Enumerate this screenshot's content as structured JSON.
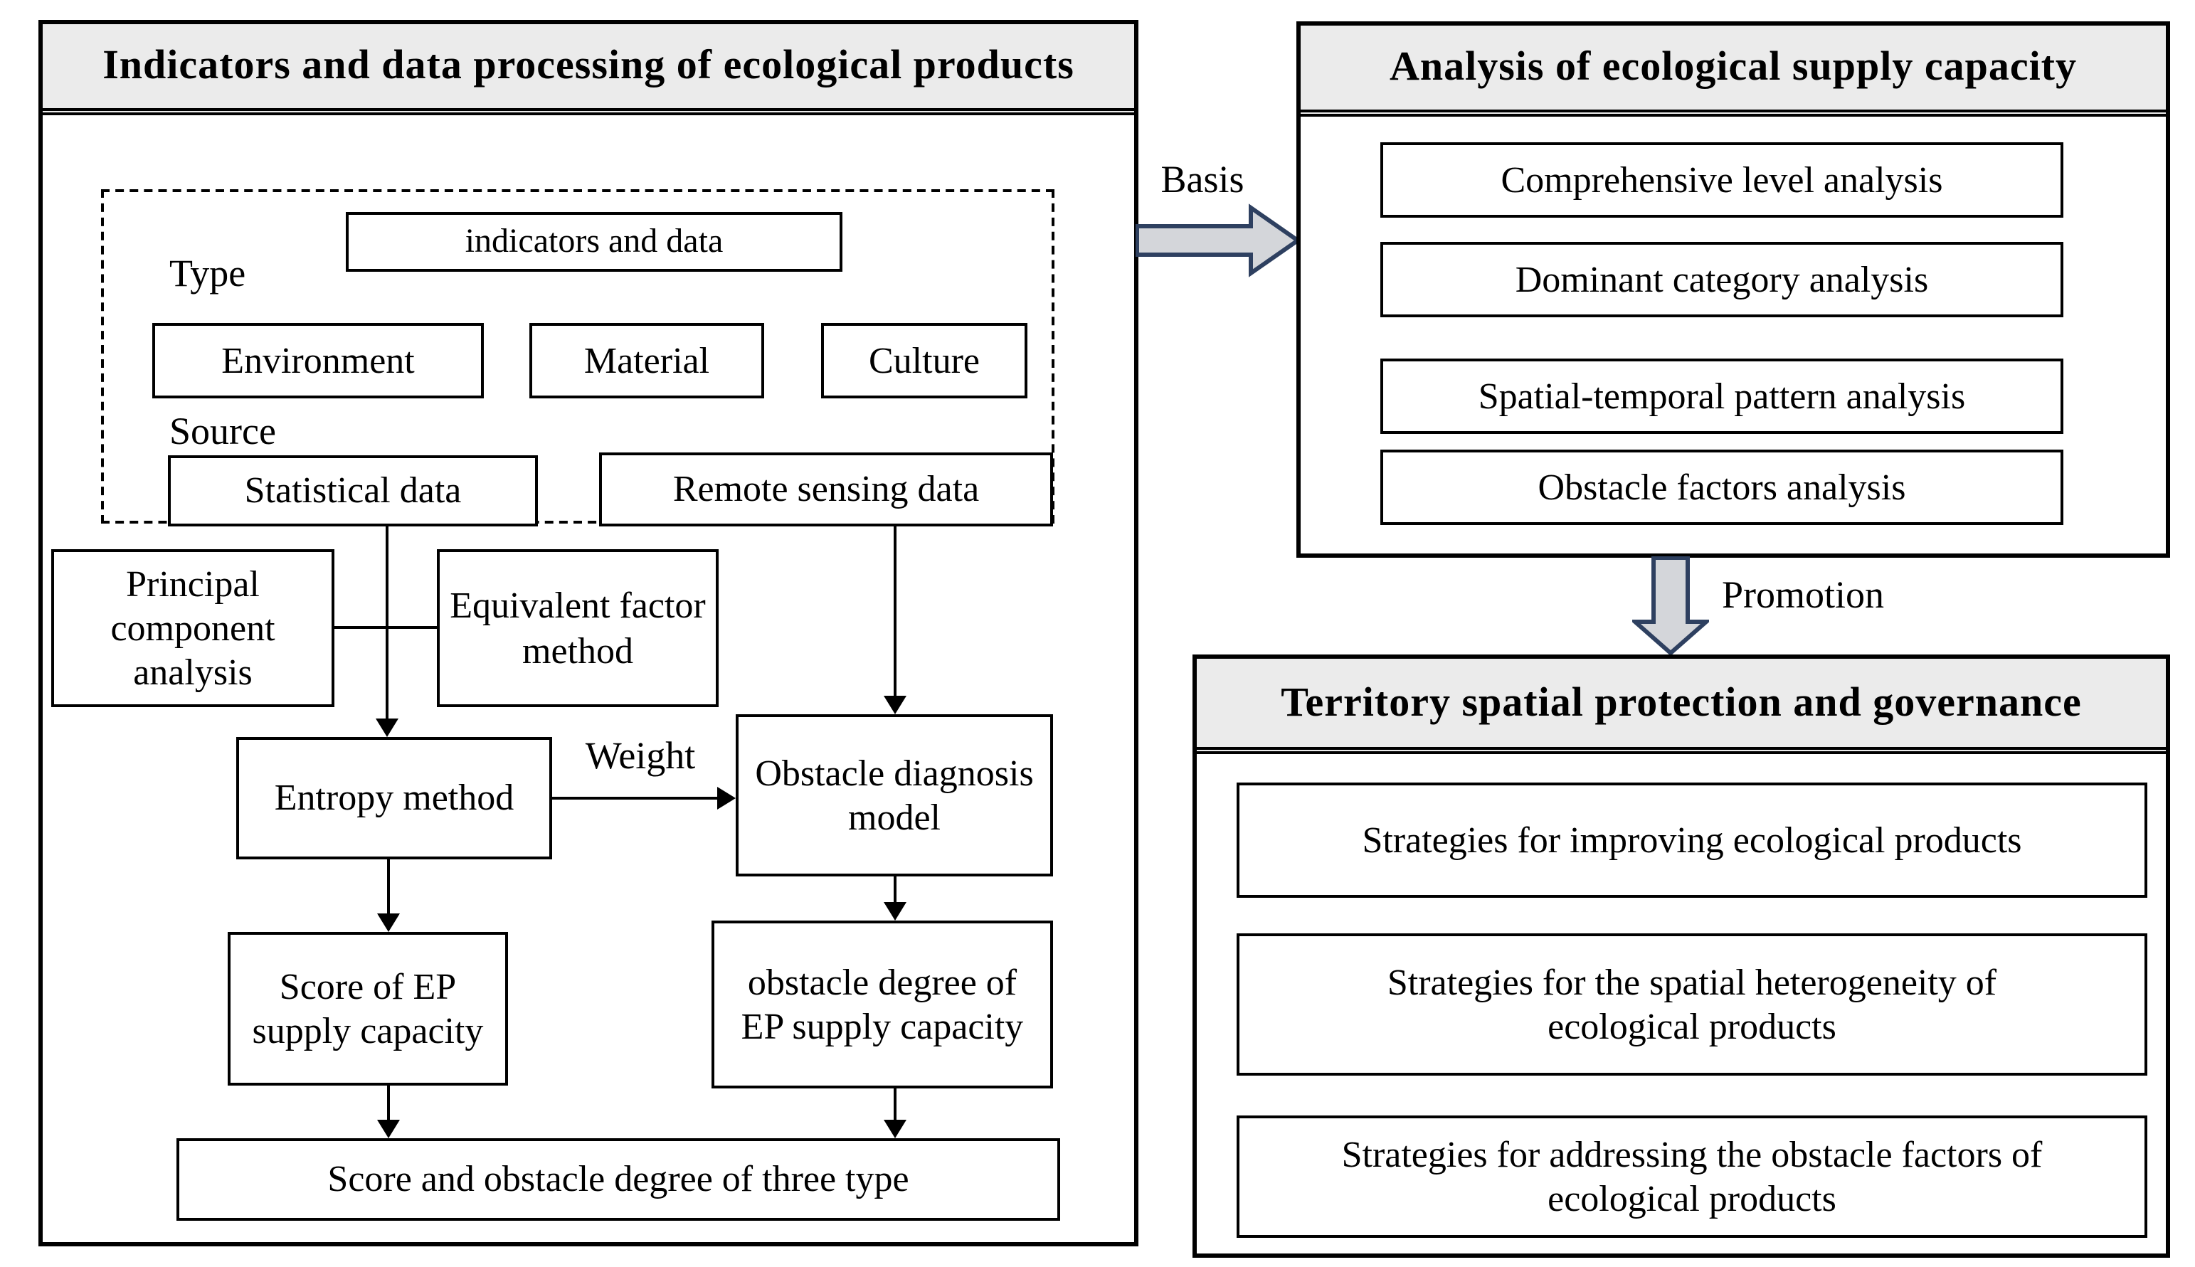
{
  "colors": {
    "header_bg": "#ebebeb",
    "panel_border": "#000000",
    "block_arrow_fill": "#d4d6da",
    "block_arrow_stroke": "#2e4060"
  },
  "left_panel": {
    "title": "Indicators and data processing of ecological products",
    "dashed_group": {
      "indicators_box": "indicators and data",
      "type_label": "Type",
      "type_items": [
        "Environment",
        "Material",
        "Culture"
      ],
      "source_label": "Source",
      "source_items": [
        "Statistical data",
        "Remote sensing data"
      ]
    },
    "method_boxes": {
      "pca": "Principal component analysis",
      "equivalent": "Equivalent factor method",
      "entropy": "Entropy method",
      "obstacle_model": "Obstacle diagnosis model"
    },
    "edge_labels": {
      "weight": "Weight"
    },
    "result_boxes": {
      "score": "Score of EP supply capacity",
      "obstacle_degree": "obstacle degree of EP supply capacity",
      "summary": "Score and obstacle degree of three type"
    }
  },
  "connectors": {
    "basis": "Basis",
    "promotion": "Promotion"
  },
  "right_top_panel": {
    "title": "Analysis of ecological supply capacity",
    "items": [
      "Comprehensive level analysis",
      "Dominant category analysis",
      "Spatial-temporal pattern analysis",
      "Obstacle factors analysis"
    ]
  },
  "right_bottom_panel": {
    "title": "Territory spatial protection and governance",
    "items": [
      "Strategies for improving ecological products",
      "Strategies for the spatial heterogeneity of ecological products",
      "Strategies for addressing the obstacle factors of ecological products"
    ]
  }
}
